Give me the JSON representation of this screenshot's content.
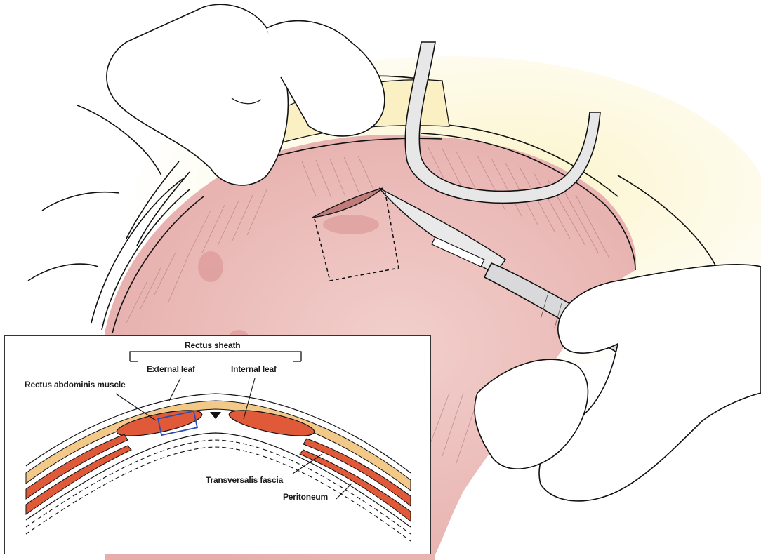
{
  "inset": {
    "labels": {
      "rectus_sheath": "Rectus sheath",
      "external_leaf": "External leaf",
      "internal_leaf": "Internal leaf",
      "rectus_abdominis": "Rectus abdominis muscle",
      "transversalis": "Transversalis fascia",
      "peritoneum": "Peritoneum"
    }
  },
  "colors": {
    "skin_pink": "#e8b4b2",
    "fat_yellow": "#fbefb8",
    "muscle_red": "#e05a3a",
    "sheath_tan": "#f3c98a",
    "highlight_box": "#2b4cb0"
  }
}
